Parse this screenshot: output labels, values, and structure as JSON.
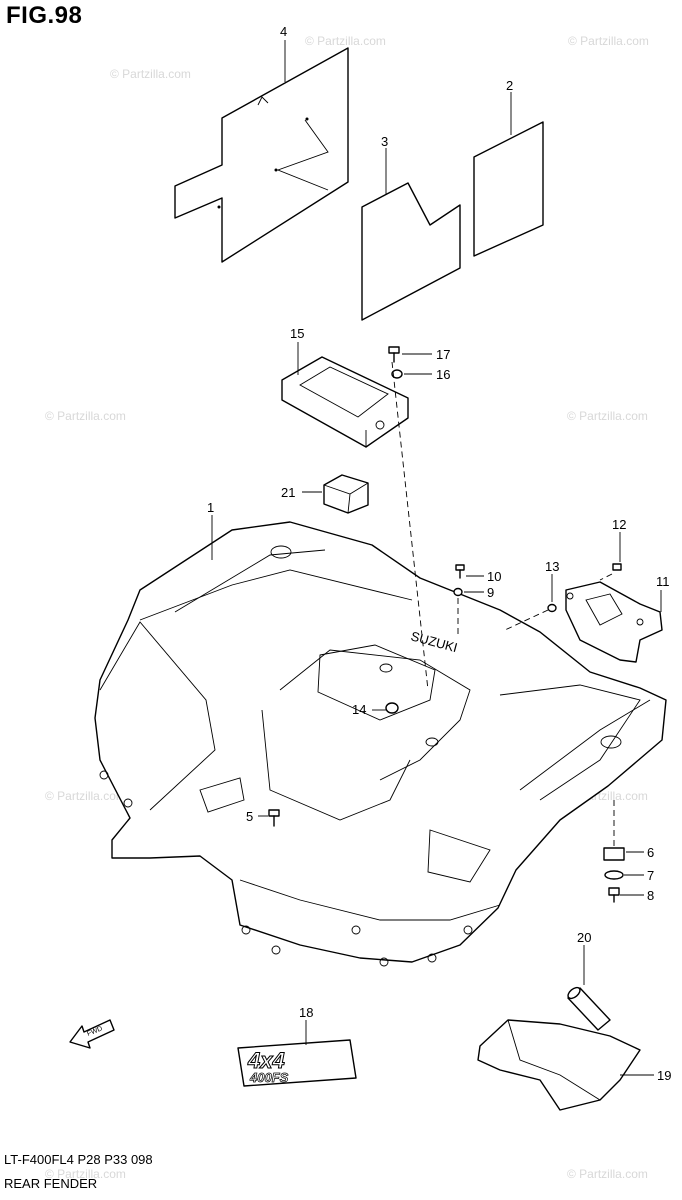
{
  "figure": {
    "title": "FIG.98",
    "code": "LT-F400FL4  P28  P33  098",
    "name": "REAR FENDER"
  },
  "watermark": {
    "text": "© Partzilla.com"
  },
  "callouts": [
    "1",
    "2",
    "3",
    "4",
    "5",
    "6",
    "7",
    "8",
    "9",
    "10",
    "11",
    "12",
    "13",
    "14",
    "15",
    "16",
    "17",
    "18",
    "19",
    "20",
    "21"
  ],
  "labels": {
    "fwd_arrow": "FWD",
    "emblem_top": "4x4",
    "emblem_bottom": "400FS",
    "fender_brand": "SUZUKI"
  },
  "icons": [
    "fwd-arrow-icon"
  ]
}
